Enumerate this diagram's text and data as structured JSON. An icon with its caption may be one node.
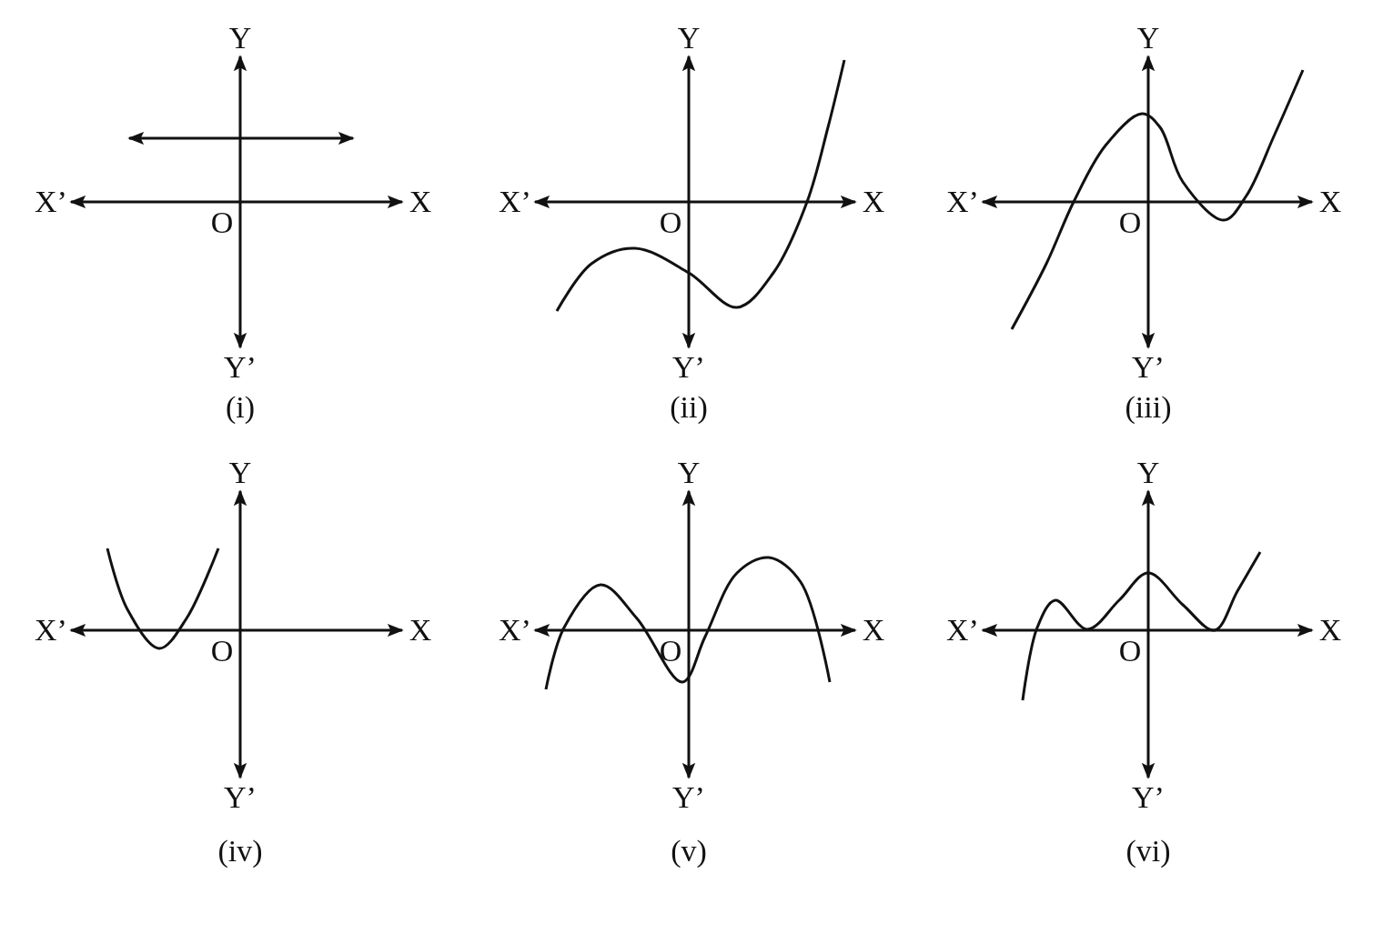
{
  "diagram": {
    "labels": [
      "Y",
      "X’",
      "X",
      "O",
      "Y’",
      "(i)",
      "Y",
      "X’",
      "X",
      "O",
      "Y’",
      "(ii)",
      "Y",
      "X’",
      "X",
      "O",
      "Y’",
      "(iii)",
      "Y",
      "X’",
      "X",
      "O",
      "Y’",
      "(iv)",
      "Y",
      "X’",
      "X",
      "O",
      "Y’",
      "(v)",
      "Y",
      "X’",
      "X",
      "O",
      "Y’",
      "(vi)"
    ]
  }
}
